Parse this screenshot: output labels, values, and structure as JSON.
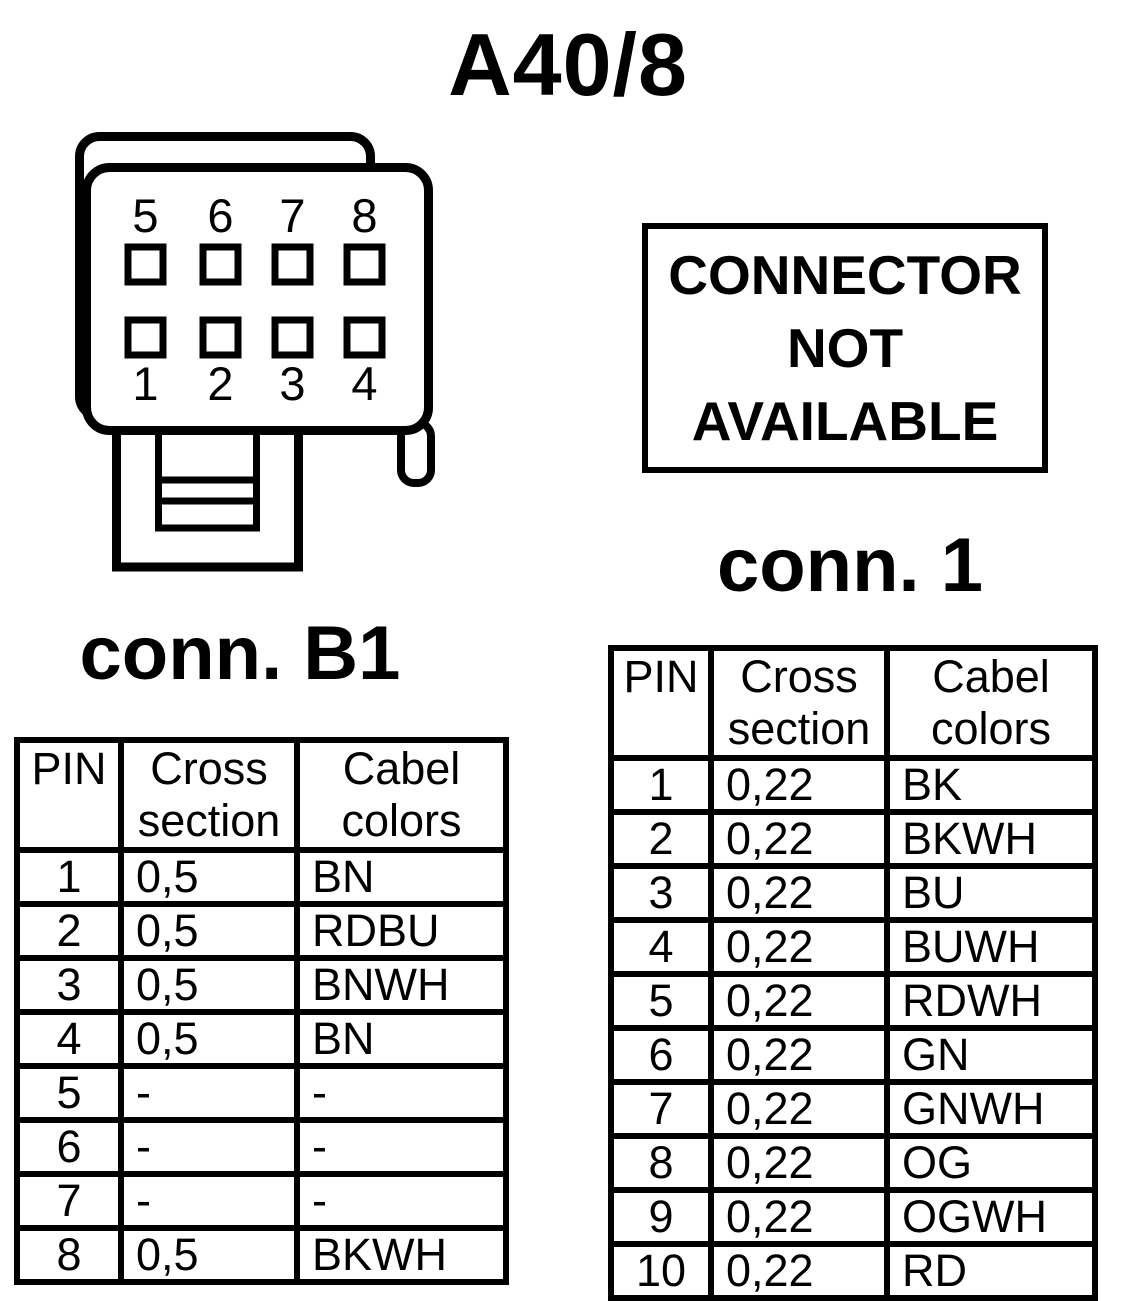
{
  "page": {
    "title": "A40/8"
  },
  "colors": {
    "ink": "#000000",
    "background": "#ffffff"
  },
  "connector_diagram": {
    "pins_top": [
      "5",
      "6",
      "7",
      "8"
    ],
    "pins_bottom": [
      "1",
      "2",
      "3",
      "4"
    ]
  },
  "notice": {
    "lines": [
      "CONNECTOR",
      "NOT",
      "AVAILABLE"
    ]
  },
  "tables": {
    "b1": {
      "caption": "conn. B1",
      "headers": [
        "PIN",
        "Cross section",
        "Cabel colors"
      ],
      "rows": [
        {
          "pin": "1",
          "cross": "0,5",
          "color": "BN"
        },
        {
          "pin": "2",
          "cross": "0,5",
          "color": "RDBU"
        },
        {
          "pin": "3",
          "cross": "0,5",
          "color": "BNWH"
        },
        {
          "pin": "4",
          "cross": "0,5",
          "color": "BN"
        },
        {
          "pin": "5",
          "cross": "-",
          "color": "-"
        },
        {
          "pin": "6",
          "cross": "-",
          "color": "-"
        },
        {
          "pin": "7",
          "cross": "-",
          "color": "-"
        },
        {
          "pin": "8",
          "cross": "0,5",
          "color": "BKWH"
        }
      ]
    },
    "conn1": {
      "caption": "conn. 1",
      "headers": [
        "PIN",
        "Cross section",
        "Cabel colors"
      ],
      "rows": [
        {
          "pin": "1",
          "cross": "0,22",
          "color": "BK"
        },
        {
          "pin": "2",
          "cross": "0,22",
          "color": "BKWH"
        },
        {
          "pin": "3",
          "cross": "0,22",
          "color": "BU"
        },
        {
          "pin": "4",
          "cross": "0,22",
          "color": "BUWH"
        },
        {
          "pin": "5",
          "cross": "0,22",
          "color": "RDWH"
        },
        {
          "pin": "6",
          "cross": "0,22",
          "color": "GN"
        },
        {
          "pin": "7",
          "cross": "0,22",
          "color": "GNWH"
        },
        {
          "pin": "8",
          "cross": "0,22",
          "color": "OG"
        },
        {
          "pin": "9",
          "cross": "0,22",
          "color": "OGWH"
        },
        {
          "pin": "10",
          "cross": "0,22",
          "color": "RD"
        }
      ]
    }
  }
}
